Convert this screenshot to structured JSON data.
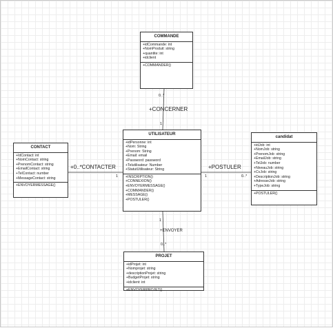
{
  "classes": {
    "commande": {
      "name": "COMMANDE",
      "attributes": [
        "+idCommande: int",
        "+NomProduit: string",
        "+quantite: int",
        "+idclient"
      ],
      "operations": [
        "+COMMANDER()"
      ]
    },
    "utilisateur": {
      "name": "UTILISATEUR",
      "attributes": [
        "+idPersonne: int",
        "+Nom: String",
        "+Prenom: String",
        "+Email: email",
        "+Password: password",
        "+Telutilisateur: Number",
        "+StatutUtilisateur: String"
      ],
      "operations": [
        "+INSCRIPTION()",
        "+CONNEXION()",
        "+ENVOYERMESSAGE()",
        "+COMMANDER()",
        "+MESSAGE()",
        "+POSTULER()"
      ]
    },
    "contact": {
      "name": "CONTACT",
      "attributes": [
        "+IdContact: int",
        "+NomContact: string",
        "+PrenomContact: string",
        "+EmailContact: string",
        "+TelContact: number",
        "+MessageContact: string"
      ],
      "operations": [
        "+ENVOYERMESSAGE()"
      ]
    },
    "candidat": {
      "name": "candidat",
      "attributes": [
        "+idJob: int",
        "+NomJob: string",
        "+PrenomJob: string",
        "+EmailJob: string",
        "+TelJob: number",
        "+NiveauJob: string",
        "+CvJob: string",
        "+DescriptionJob: string",
        "+AdresseJob: string",
        "+TypeJob: string"
      ],
      "operations": [
        "+POSTULER()"
      ]
    },
    "projet": {
      "name": "PROJET",
      "attributes": [
        "+idProjet: int",
        "+Nomprojet: string",
        "+descriptionProjet: string",
        "+BudgetProjet: string",
        "+idclient: int"
      ],
      "operations": [
        "+ENVOYERPROJET()"
      ]
    }
  },
  "associations": {
    "concerner": {
      "label": "+CONCERNER",
      "mult_commande": "0..*",
      "mult_utilisateur": "1"
    },
    "contacter": {
      "label": "+0..*CONTACTER",
      "mult_utilisateur": "1"
    },
    "postuler": {
      "label": "+POSTULER",
      "mult_utilisateur": "1",
      "mult_candidat": "0..*"
    },
    "envoyer": {
      "label": "+ENVOYER",
      "mult_utilisateur": "1",
      "mult_projet": "0..*"
    }
  }
}
